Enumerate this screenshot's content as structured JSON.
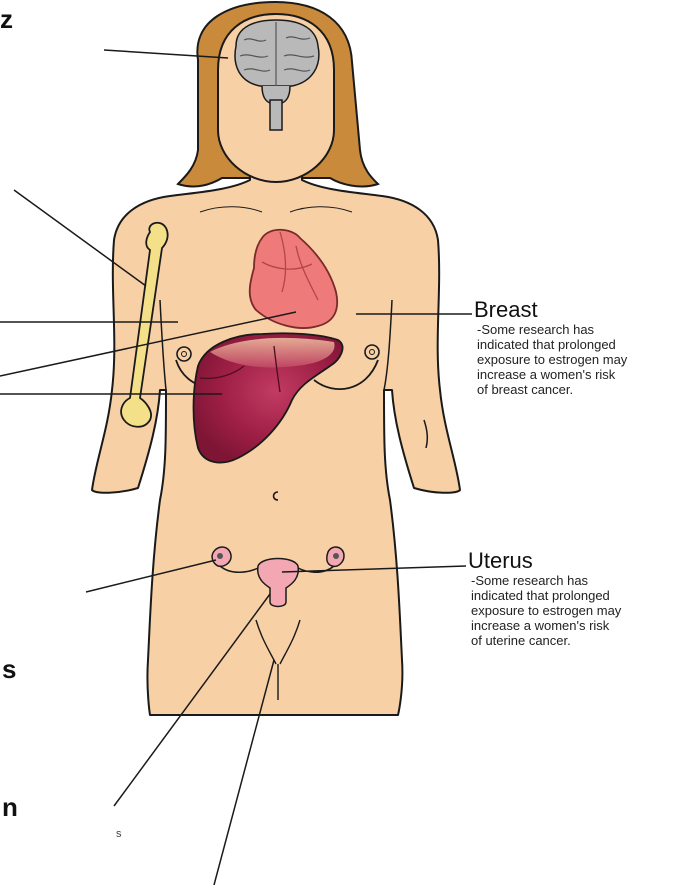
{
  "callouts": {
    "breast": {
      "title": "Breast",
      "body": "-Some research has\nindicated that prolonged\nexposure to estrogen may\nincrease a women's risk\nof breast cancer."
    },
    "uterus": {
      "title": "Uterus",
      "body": "-Some research has\nindicated that prolonged\nexposure to estrogen may\nincrease a women's risk\nof uterine cancer."
    }
  },
  "cropped_fragments": {
    "top_left": "z",
    "left_middle": "s",
    "left_lower": "n",
    "bottom_small": "s"
  },
  "colors": {
    "skin": "#f7d0a6",
    "outline": "#1a1a1a",
    "hair": "#c98a3c",
    "brain": "#b9b9b9",
    "heart": "#ee7a7a",
    "liver": "#9e1f45",
    "bone": "#f5e08a",
    "uterus": "#f3a7b3"
  }
}
